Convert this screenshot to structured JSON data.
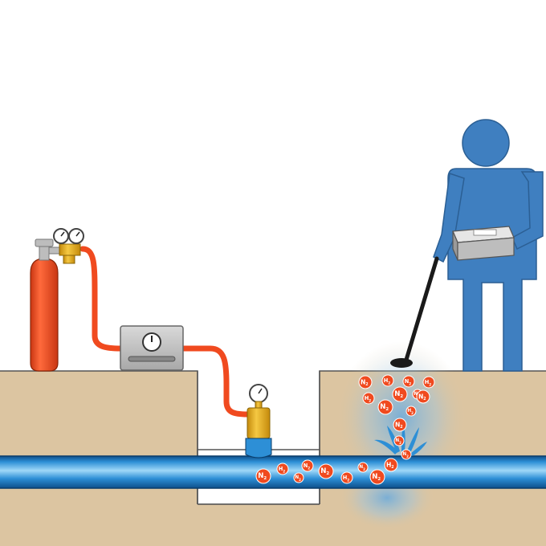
{
  "colors": {
    "ground": "#dcc5a1",
    "ground_edge": "#555555",
    "pipe_light": "#8fd0f5",
    "pipe_mid": "#2d8fd6",
    "pipe_dark": "#0d4f8a",
    "cylinder": "#f04a1f",
    "hose": "#f04a1f",
    "regulator": "#e8b01d",
    "person": "#3f7fc0",
    "person_edge": "#2b5f94",
    "molecule": "#f04a1f",
    "glow": "#7ab8e8",
    "control_box": "#bfbfbf"
  },
  "molecules": {
    "n2_label": "N",
    "n2_sub": "2",
    "h2_label": "H",
    "h2_sub": "2"
  }
}
